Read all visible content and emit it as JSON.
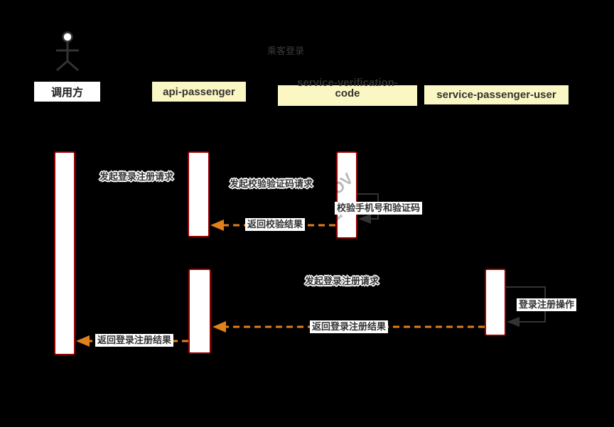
{
  "title": "乘客登录",
  "participants": [
    {
      "id": "caller",
      "label": "调用方",
      "type": "actor"
    },
    {
      "id": "api-passenger",
      "label": "api-passenger",
      "type": "service"
    },
    {
      "id": "service-verification-code",
      "label": "service-verification-code",
      "type": "service"
    },
    {
      "id": "service-passenger-user",
      "label": "service-passenger-user",
      "type": "service"
    }
  ],
  "messages": [
    {
      "label": "发起登录注册请求",
      "from": "调用方",
      "to": "api-passenger",
      "kind": "request"
    },
    {
      "label": "发起校验验证码请求",
      "from": "api-passenger",
      "to": "service-verification-code",
      "kind": "request"
    },
    {
      "label": "校验手机号和验证码",
      "from": "service-verification-code",
      "to": "service-verification-code",
      "kind": "self"
    },
    {
      "label": "返回校验结果",
      "from": "service-verification-code",
      "to": "api-passenger",
      "kind": "return"
    },
    {
      "label": "发起登录注册请求",
      "from": "api-passenger",
      "to": "service-passenger-user",
      "kind": "request"
    },
    {
      "label": "登录注册操作",
      "from": "service-passenger-user",
      "to": "service-passenger-user",
      "kind": "self"
    },
    {
      "label": "返回登录注册结果",
      "from": "service-passenger-user",
      "to": "api-passenger",
      "kind": "return"
    },
    {
      "label": "返回登录注册结果",
      "from": "api-passenger",
      "to": "调用方",
      "kind": "return"
    }
  ],
  "watermark": {
    "fragments": [
      "OV",
      "F图"
    ]
  },
  "colors": {
    "background": "#000000",
    "participant_box_yellow": "#fbf7c5",
    "participant_box_white": "#ffffff",
    "activation_border_red": "#950000",
    "return_arrow_orange": "#e2801a",
    "self_loop_gray": "#333333",
    "text_dark": "#333333"
  }
}
